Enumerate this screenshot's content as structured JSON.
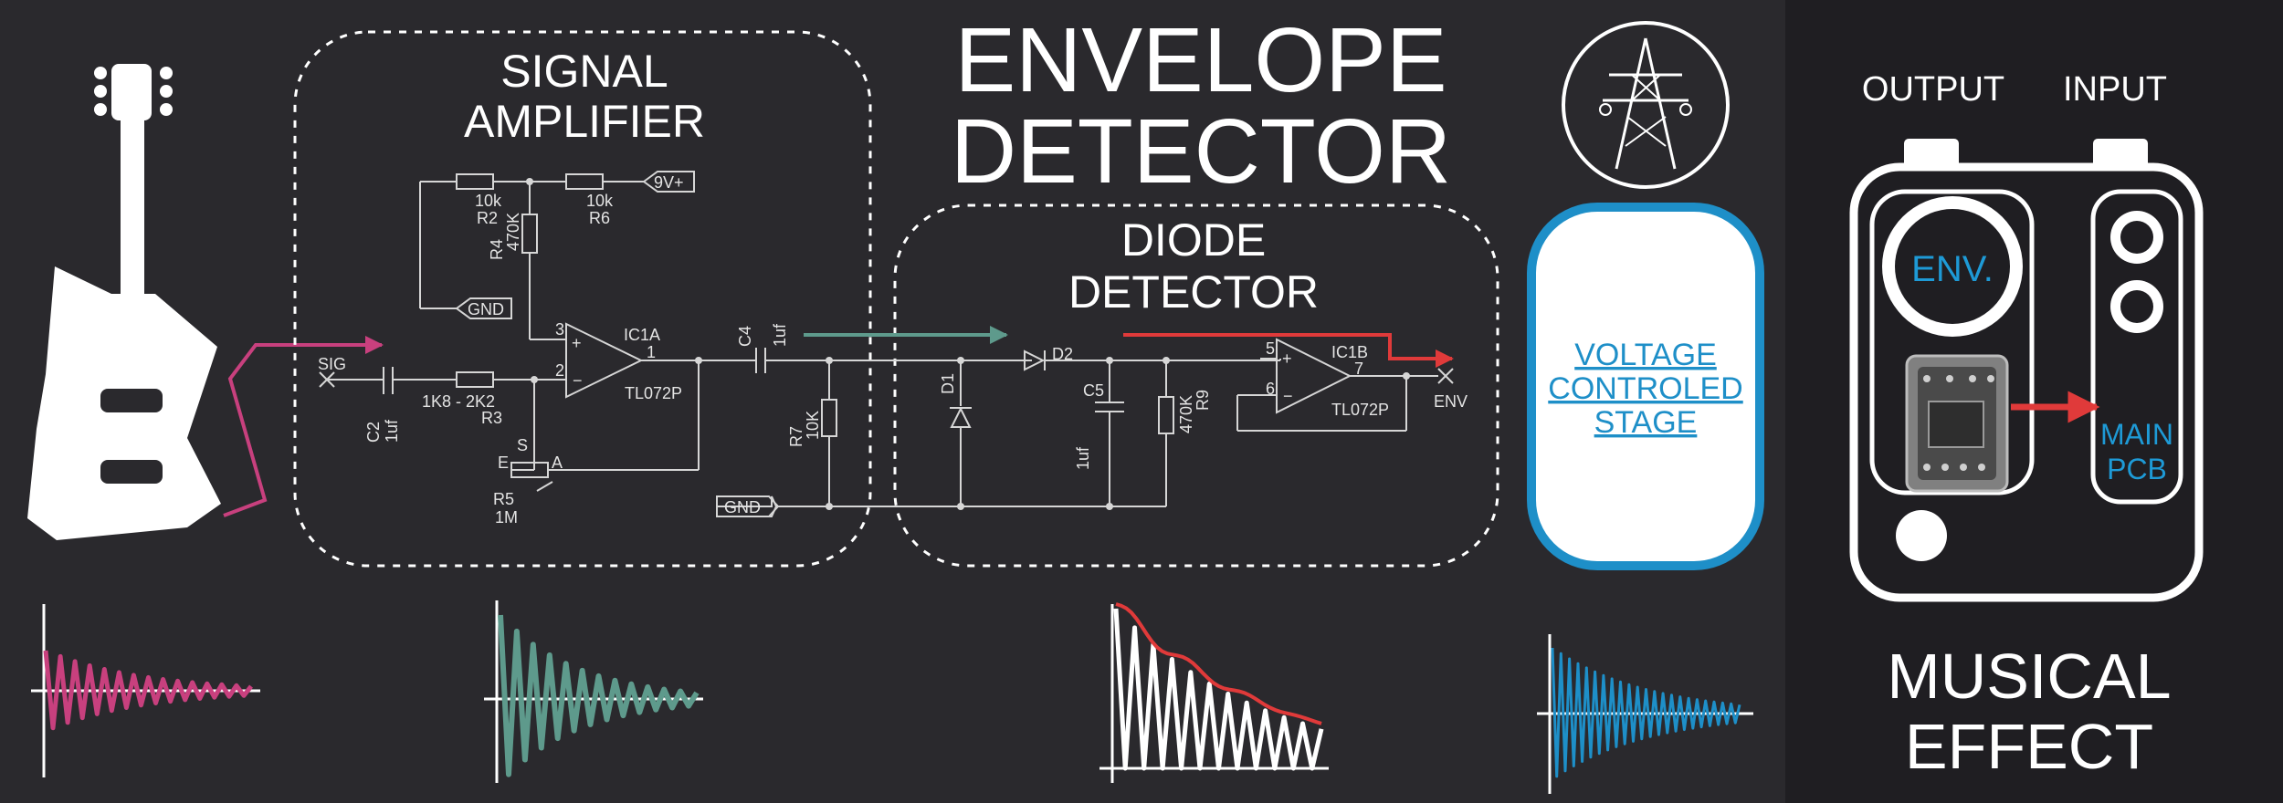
{
  "title": {
    "line1": "ENVELOPE",
    "line2": "DETECTOR"
  },
  "amp_block": {
    "line1": "SIGNAL",
    "line2": "AMPLIFIER"
  },
  "diode_block": {
    "line1": "DIODE",
    "line2": "DETECTOR"
  },
  "vcs_block": {
    "line1": "VOLTAGE",
    "line2": "CONTROLED",
    "line3": "STAGE"
  },
  "effect": {
    "line1": "MUSICAL",
    "line2": "EFFECT",
    "output_label": "OUTPUT",
    "input_label": "INPUT",
    "knob_label": "ENV.",
    "pcb_line1": "MAIN",
    "pcb_line2": "PCB"
  },
  "labels": {
    "r2_val": "10k",
    "r2": "R2",
    "r6_val": "10k",
    "r6": "R6",
    "r4": "R4",
    "r4_val": "470K",
    "vcc": "9V+",
    "gnd_top": "GND",
    "ic1a": "IC1A",
    "tl072_a": "TL072P",
    "pin3": "3",
    "pin2": "2",
    "pin1": "1",
    "sig": "SIG",
    "c2": "C2",
    "c2_val": "1uf",
    "r3_val": "1K8 - 2K2",
    "r3": "R3",
    "r5_s": "S",
    "r5_e": "E",
    "r5_a": "A",
    "r5": "R5",
    "r5_val": "1M",
    "c4": "C4",
    "c4_val": "1uf",
    "r7": "R7",
    "r7_val": "10K",
    "gnd_bottom": "GND",
    "d1": "D1",
    "d2": "D2",
    "c5": "C5",
    "c5_val": "1uf",
    "r9_val": "470K",
    "r9": "R9",
    "ic1b": "IC1B",
    "tl072_b": "TL072P",
    "pin5": "5",
    "pin6": "6",
    "pin7": "7",
    "env": "ENV"
  },
  "colors": {
    "background": "#2a292d",
    "panel": "#1f1e22",
    "guitar_signal": "#c8407e",
    "amplified_signal": "#5e9a8c",
    "envelope": "#e03a3a",
    "vcs_blue": "#1e8fc8",
    "pcb_label": "#1e9ad6"
  },
  "icons": [
    "guitar-icon",
    "transmission-tower-icon",
    "pedal-icon"
  ]
}
